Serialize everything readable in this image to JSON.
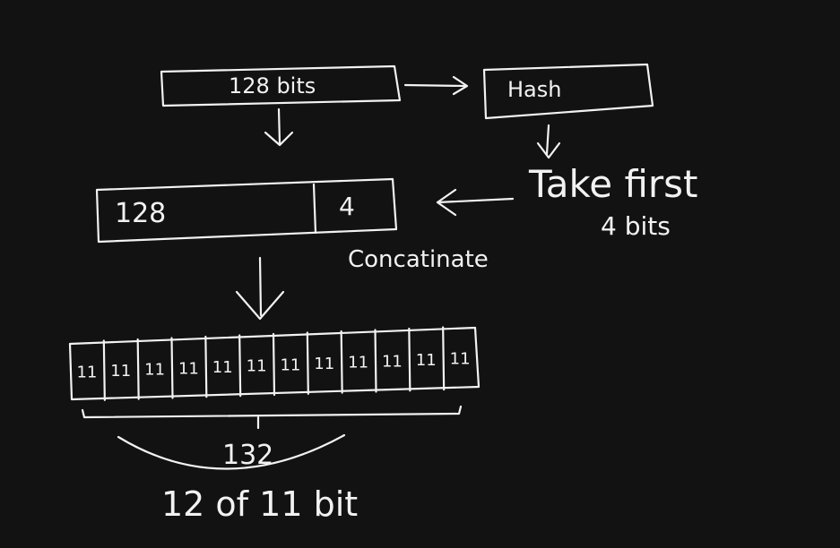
{
  "background": "#121212",
  "ink": "#f2f2f2",
  "input_box": {
    "label": "128 bits"
  },
  "hash_box": {
    "label": "Hash"
  },
  "take_first": {
    "line1": "Take first",
    "line2": "4 bits"
  },
  "concat_box": {
    "left_label": "128",
    "right_label": "4"
  },
  "concat_label": "Concatinate",
  "segments": {
    "label": "11",
    "count": 12
  },
  "total_label": "132",
  "summary_label": "12 of 11 bit"
}
